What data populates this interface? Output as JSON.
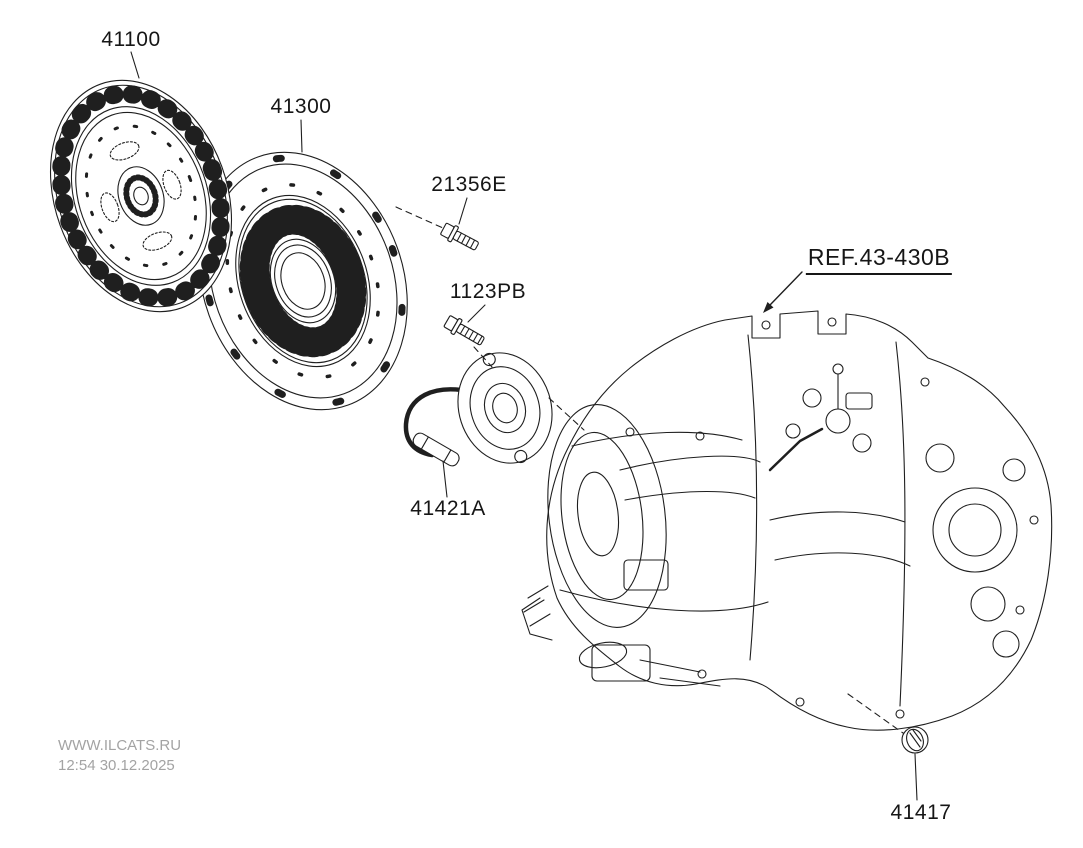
{
  "diagram": {
    "labels": {
      "41100": "41100",
      "41300": "41300",
      "21356E": "21356E",
      "1123PB": "1123PB",
      "41421A": "41421A",
      "ref": "REF.43-430B",
      "41417": "41417"
    },
    "watermark": {
      "site": "WWW.ILCATS.RU",
      "timestamp": "12:54 30.12.2025"
    }
  }
}
